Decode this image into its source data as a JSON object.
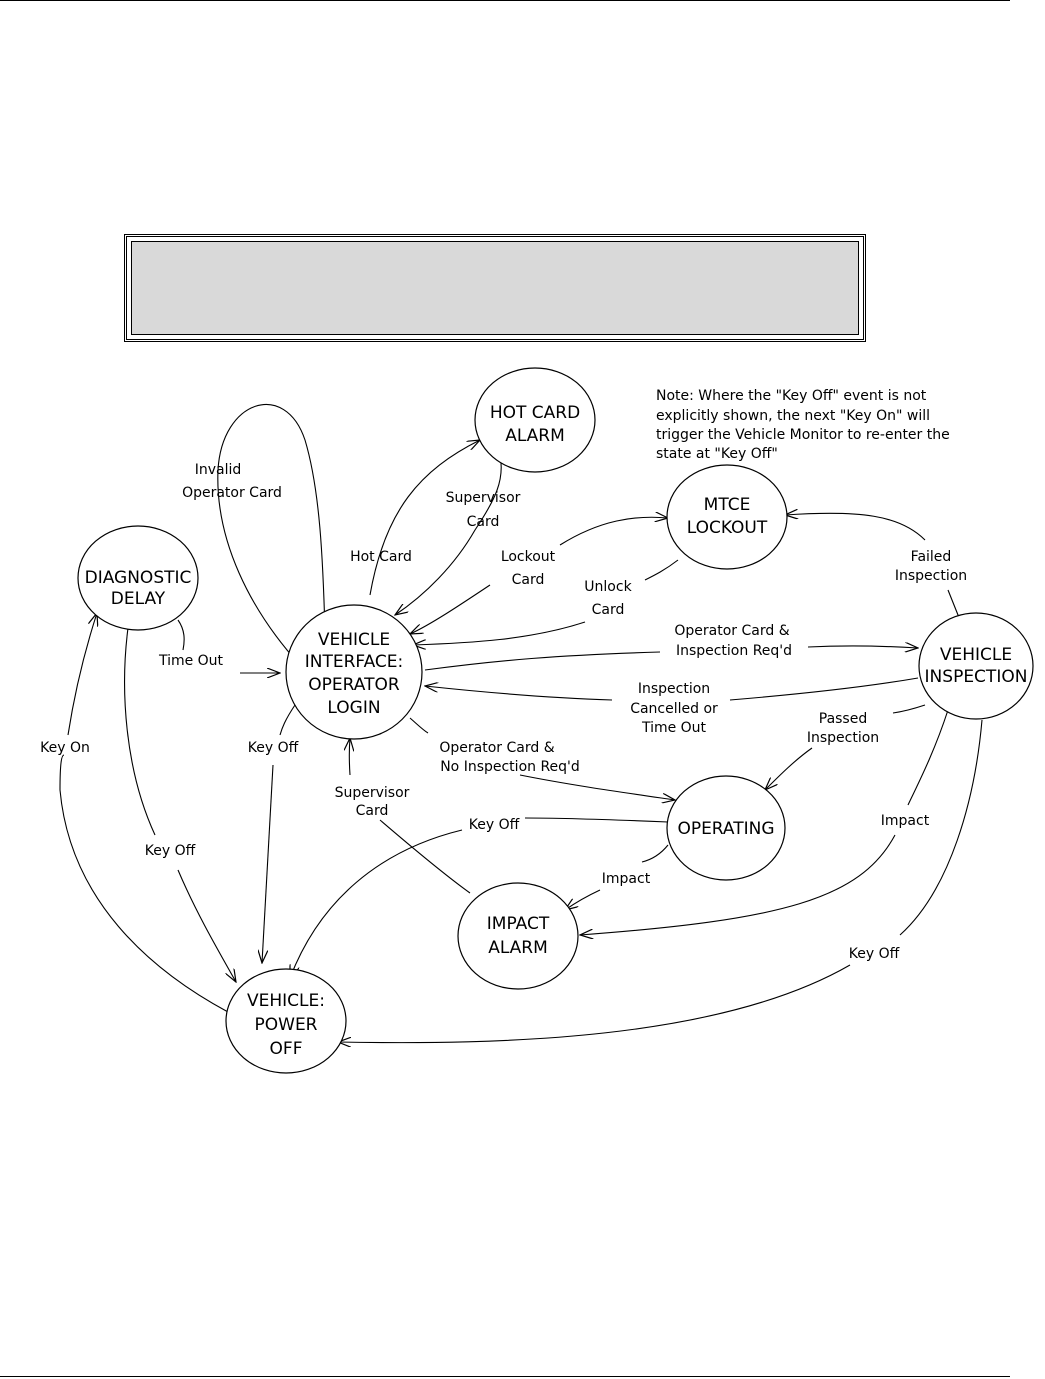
{
  "states": {
    "hot_card_alarm": [
      "HOT CARD",
      "ALARM"
    ],
    "mtce_lockout": [
      "MTCE",
      "LOCKOUT"
    ],
    "diagnostic_delay": [
      "DIAGNOSTIC",
      "DELAY"
    ],
    "vehicle_interface": [
      "VEHICLE",
      "INTERFACE:",
      "OPERATOR",
      "LOGIN"
    ],
    "vehicle_inspection": [
      "VEHICLE",
      "INSPECTION"
    ],
    "operating": [
      "OPERATING"
    ],
    "impact_alarm": [
      "IMPACT",
      "ALARM"
    ],
    "vehicle_power_off": [
      "VEHICLE:",
      "POWER",
      "OFF"
    ]
  },
  "note": [
    "Note:  Where the \"Key Off\" event is not",
    "explicitly shown, the next \"Key On\" will",
    "trigger the Vehicle Monitor to re-enter the",
    "state at \"Key Off\""
  ],
  "transitions": {
    "invalid_operator_card": [
      "Invalid",
      "Operator Card"
    ],
    "supervisor_card_hot": [
      "Supervisor",
      "Card"
    ],
    "hot_card": [
      "Hot Card"
    ],
    "lockout_card": [
      "Lockout",
      "Card"
    ],
    "unlock_card": [
      "Unlock",
      "Card"
    ],
    "failed_inspection": [
      "Failed",
      "Inspection"
    ],
    "time_out": [
      "Time Out"
    ],
    "operator_card_insp_req": [
      "Operator Card &",
      "Inspection Req'd"
    ],
    "inspection_cancelled": [
      "Inspection",
      "Cancelled or",
      "Time Out"
    ],
    "passed_inspection": [
      "Passed",
      "Inspection"
    ],
    "operator_card_no_insp": [
      "Operator Card &",
      "No Inspection Req'd"
    ],
    "key_on": [
      "Key On"
    ],
    "key_off_login": [
      "Key Off"
    ],
    "supervisor_card_impact": [
      "Supervisor",
      "Card"
    ],
    "key_off_operating": [
      "Key Off"
    ],
    "key_off_diag": [
      "Key Off"
    ],
    "impact_operating": [
      "Impact"
    ],
    "impact_inspection": [
      "Impact"
    ],
    "key_off_inspection": [
      "Key Off"
    ]
  }
}
